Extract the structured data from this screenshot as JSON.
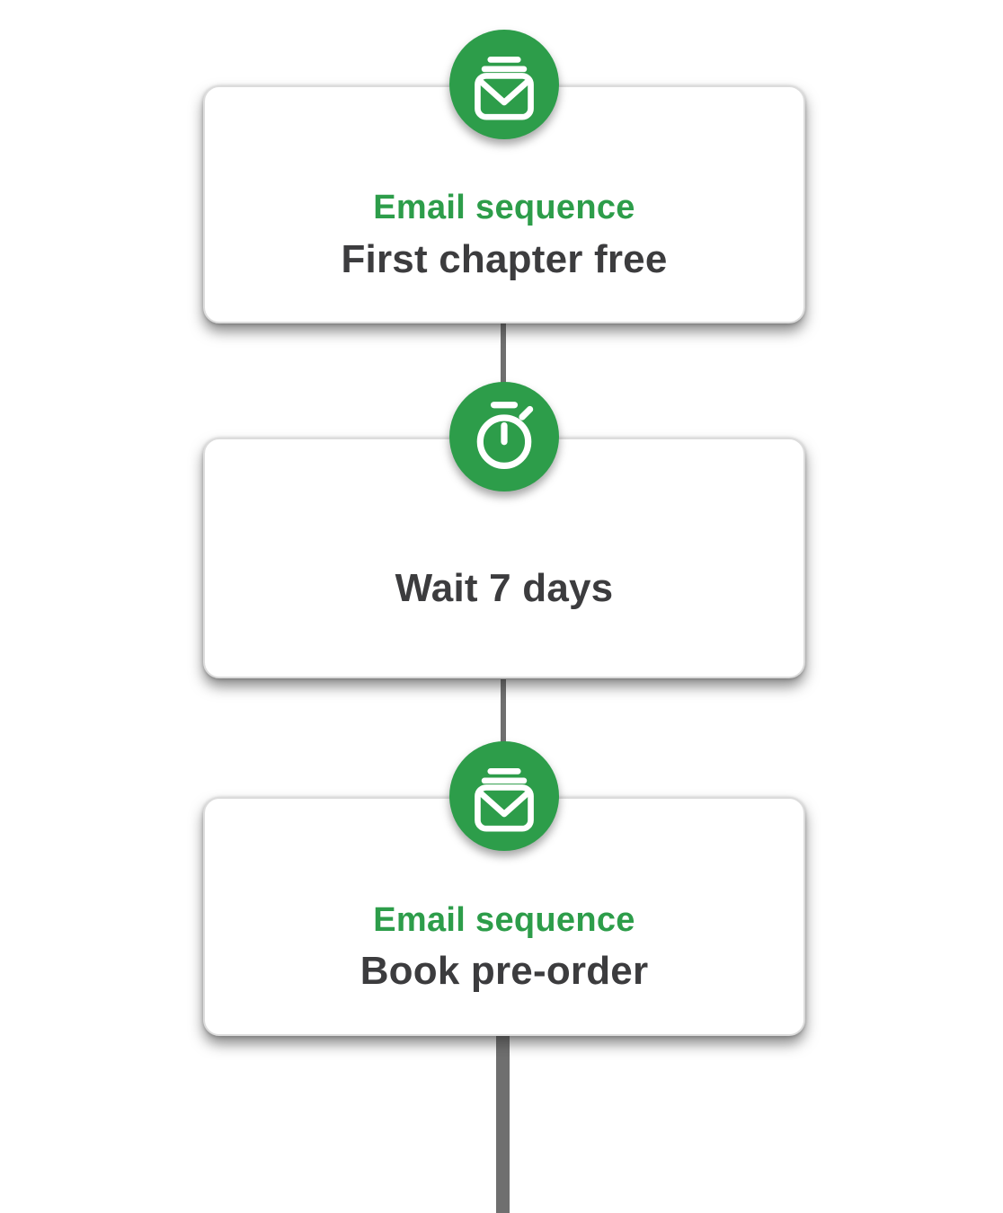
{
  "diagram": {
    "type": "marketing-automation-workflow",
    "orientation": "vertical",
    "steps": [
      {
        "kind": "email-sequence",
        "icon": "email-sequence-icon",
        "title": "Email sequence",
        "subtitle": "First chapter free"
      },
      {
        "kind": "delay",
        "icon": "stopwatch-icon",
        "label": "Wait 7 days"
      },
      {
        "kind": "email-sequence",
        "icon": "email-sequence-icon",
        "title": "Email sequence",
        "subtitle": "Book pre-order"
      }
    ],
    "connectors": [
      {
        "from": "step-1",
        "to": "step-2"
      },
      {
        "from": "step-2",
        "to": "step-3"
      },
      {
        "from": "step-3",
        "to": "offscreen-bottom"
      }
    ]
  },
  "colors": {
    "accent_green": "#2D9D4A",
    "dark_text": "#3C3C3E",
    "card_background": "#FFFFFF",
    "card_border": "#DCDCDC",
    "connector_gray": "#6F6F6F",
    "icon_glyph": "#FFFFFF"
  }
}
